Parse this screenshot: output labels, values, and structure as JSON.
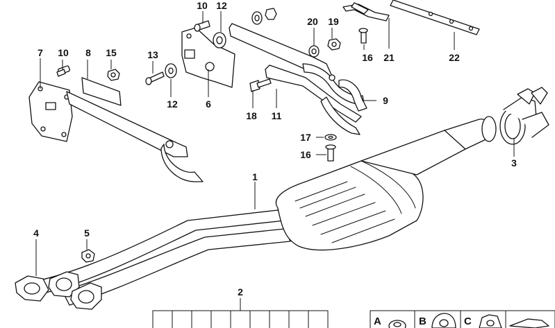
{
  "callouts": {
    "c1": "1",
    "c2": "2",
    "c3": "3",
    "c4": "4",
    "c5": "5",
    "c6": "6",
    "c7": "7",
    "c8": "8",
    "c9": "9",
    "c10a": "10",
    "c10b": "10",
    "c11": "11",
    "c12a": "12",
    "c12b": "12",
    "c13": "13",
    "c15": "15",
    "c16a": "16",
    "c16b": "16",
    "c17": "17",
    "c18": "18",
    "c19": "19",
    "c20": "20",
    "c21": "21",
    "c22": "22"
  },
  "legend": {
    "a": "A",
    "b": "B",
    "c": "C"
  }
}
